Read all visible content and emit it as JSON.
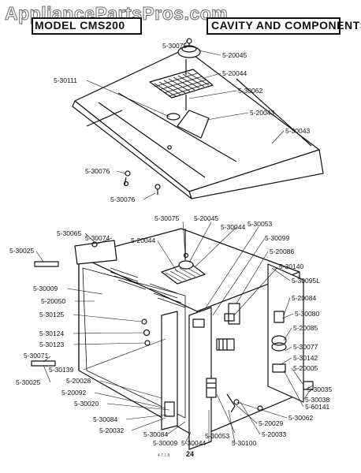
{
  "watermark": "AppliancePartsPros.com",
  "header": {
    "model": "MODEL CMS200",
    "section": "CAVITY AND COMPONENTS"
  },
  "page_number": "24",
  "footer_code": "4 7 1 8",
  "labels": {
    "top": [
      "5-30075",
      "5-20045",
      "5-20044",
      "5-30111",
      "5-30062",
      "5-20043",
      "5-30043",
      "5-30076",
      "5-30076"
    ],
    "bottom": [
      "5-30075",
      "5-20045",
      "5-30044",
      "5-30053",
      "5-20044",
      "5-30099",
      "5-30065",
      "5-30074",
      "5-20086",
      "5-30025",
      "5-30140",
      "5-30009",
      "5-30095L",
      "5-20050",
      "5-20084",
      "5-30080",
      "5-30125",
      "5-20085",
      "5-30124",
      "5-30123",
      "5-30077",
      "5-30071",
      "5-30142",
      "5-30139",
      "5-20005",
      "5-30025",
      "5-20028",
      "5-30035",
      "5-20092",
      "5-30038",
      "5-30020",
      "5-60141",
      "5-30062",
      "5-30084",
      "5-20029",
      "5-20032",
      "5-30084",
      "5-20033",
      "5-30009",
      "5-30044",
      "5-30053",
      "5-30100"
    ]
  }
}
